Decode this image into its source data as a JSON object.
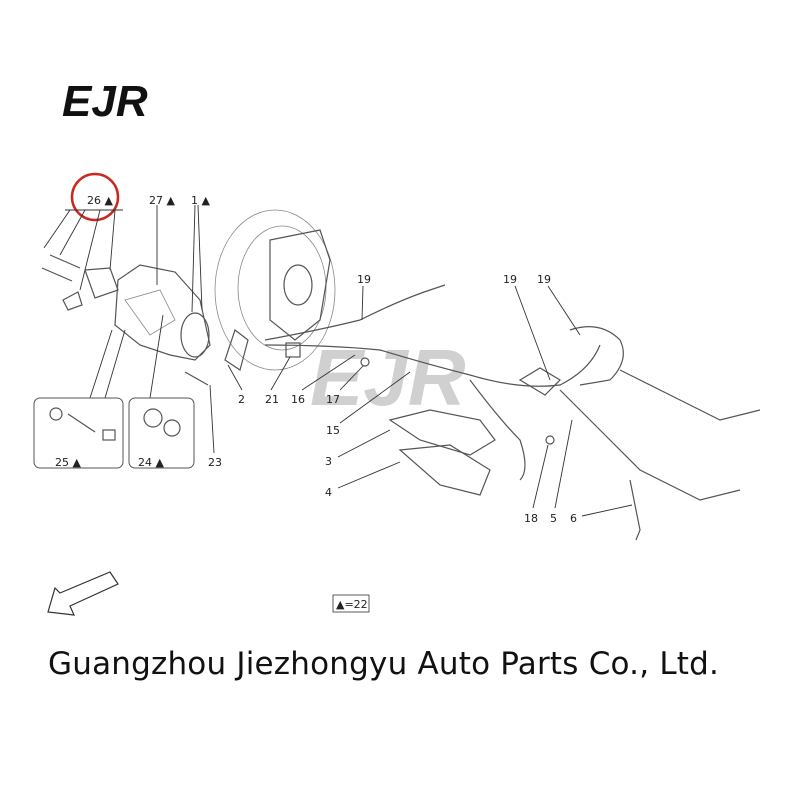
{
  "logo": {
    "text": "EJR"
  },
  "watermark": {
    "text": "EJR"
  },
  "highlight_color": "#c8281e",
  "labels": {
    "p26": "26 ▲",
    "p27": "27 ▲",
    "p1": "1 ▲",
    "p19a": "19",
    "p19b": "19",
    "p19c": "19",
    "p2": "2",
    "p21": "21",
    "p16": "16",
    "p17": "17",
    "p15": "15",
    "p3": "3",
    "p4": "4",
    "p25": "25 ▲",
    "p24": "24 ▲",
    "p23": "23",
    "p18": "18",
    "p5": "5",
    "p6": "6"
  },
  "legend_note": "▲=22",
  "footer": "Guangzhou Jiezhongyu Auto Parts Co., Ltd."
}
